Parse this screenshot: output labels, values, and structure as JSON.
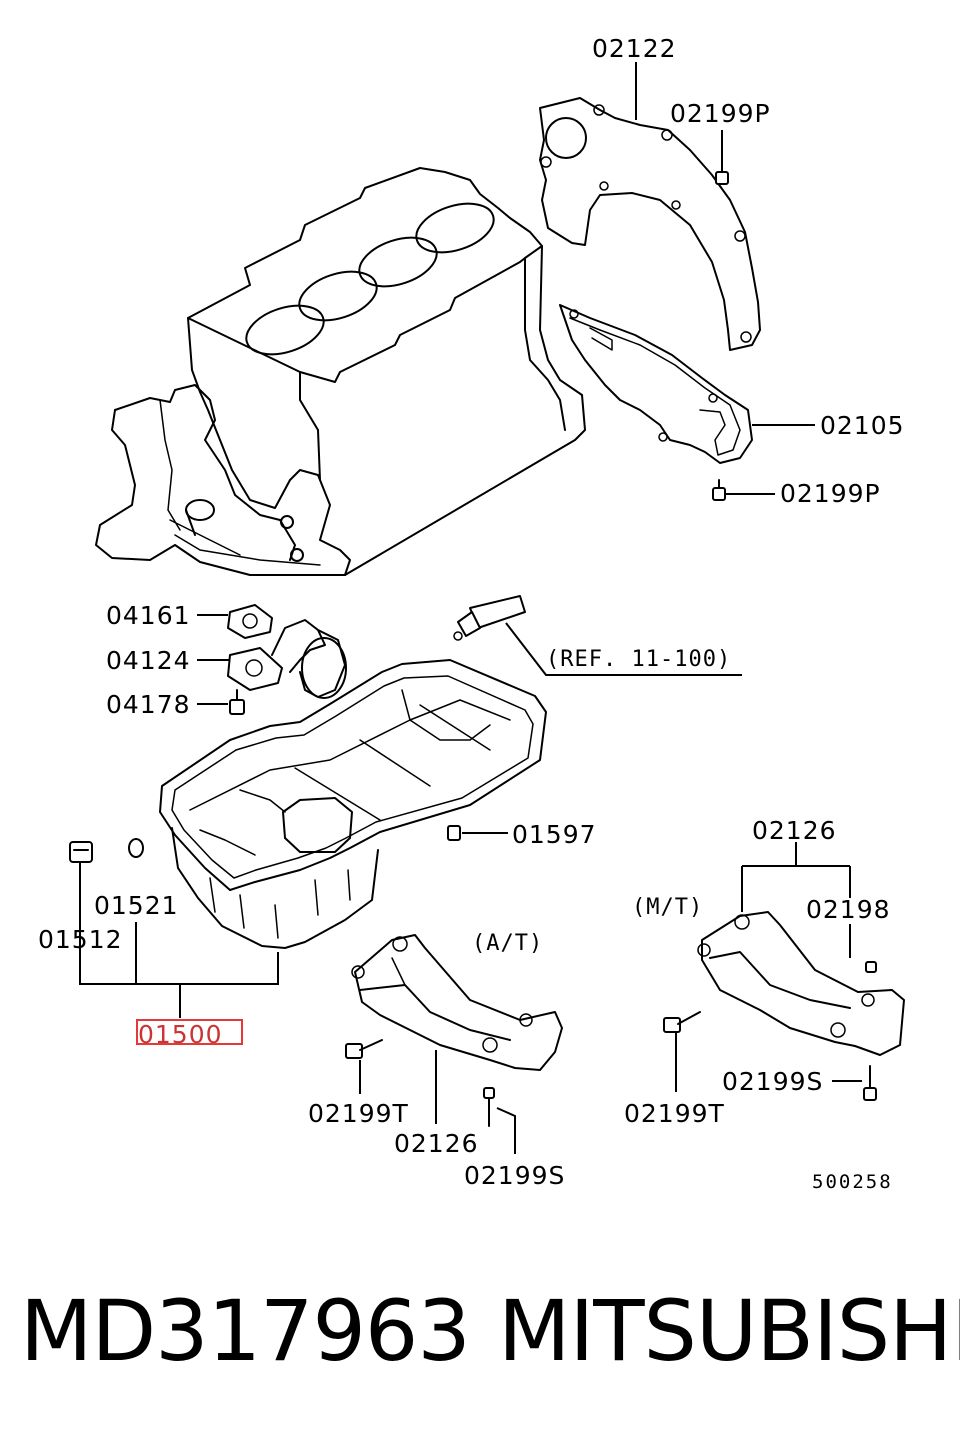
{
  "callouts": {
    "c02122": "02122",
    "c02199p_top": "02199P",
    "c02105": "02105",
    "c02199p_mid": "02199P",
    "c04161": "04161",
    "c04124": "04124",
    "c04178": "04178",
    "ref": "(REF. 11-100)",
    "c01597": "01597",
    "c02126_mt": "02126",
    "mt": "(M/T)",
    "c02198": "02198",
    "c01521": "01521",
    "c01512": "01512",
    "at": "(A/T)",
    "c01500": "01500",
    "c02199s_right": "02199S",
    "c02199t_left": "02199T",
    "c02199t_right": "02199T",
    "c02126_at": "02126",
    "c02199s_bottom": "02199S",
    "drawing_no": "500258"
  },
  "highlight": {
    "part": "01500",
    "color": "#e53935"
  },
  "footer": {
    "part_number": "MD317963",
    "brand": "MITSUBISHI"
  }
}
